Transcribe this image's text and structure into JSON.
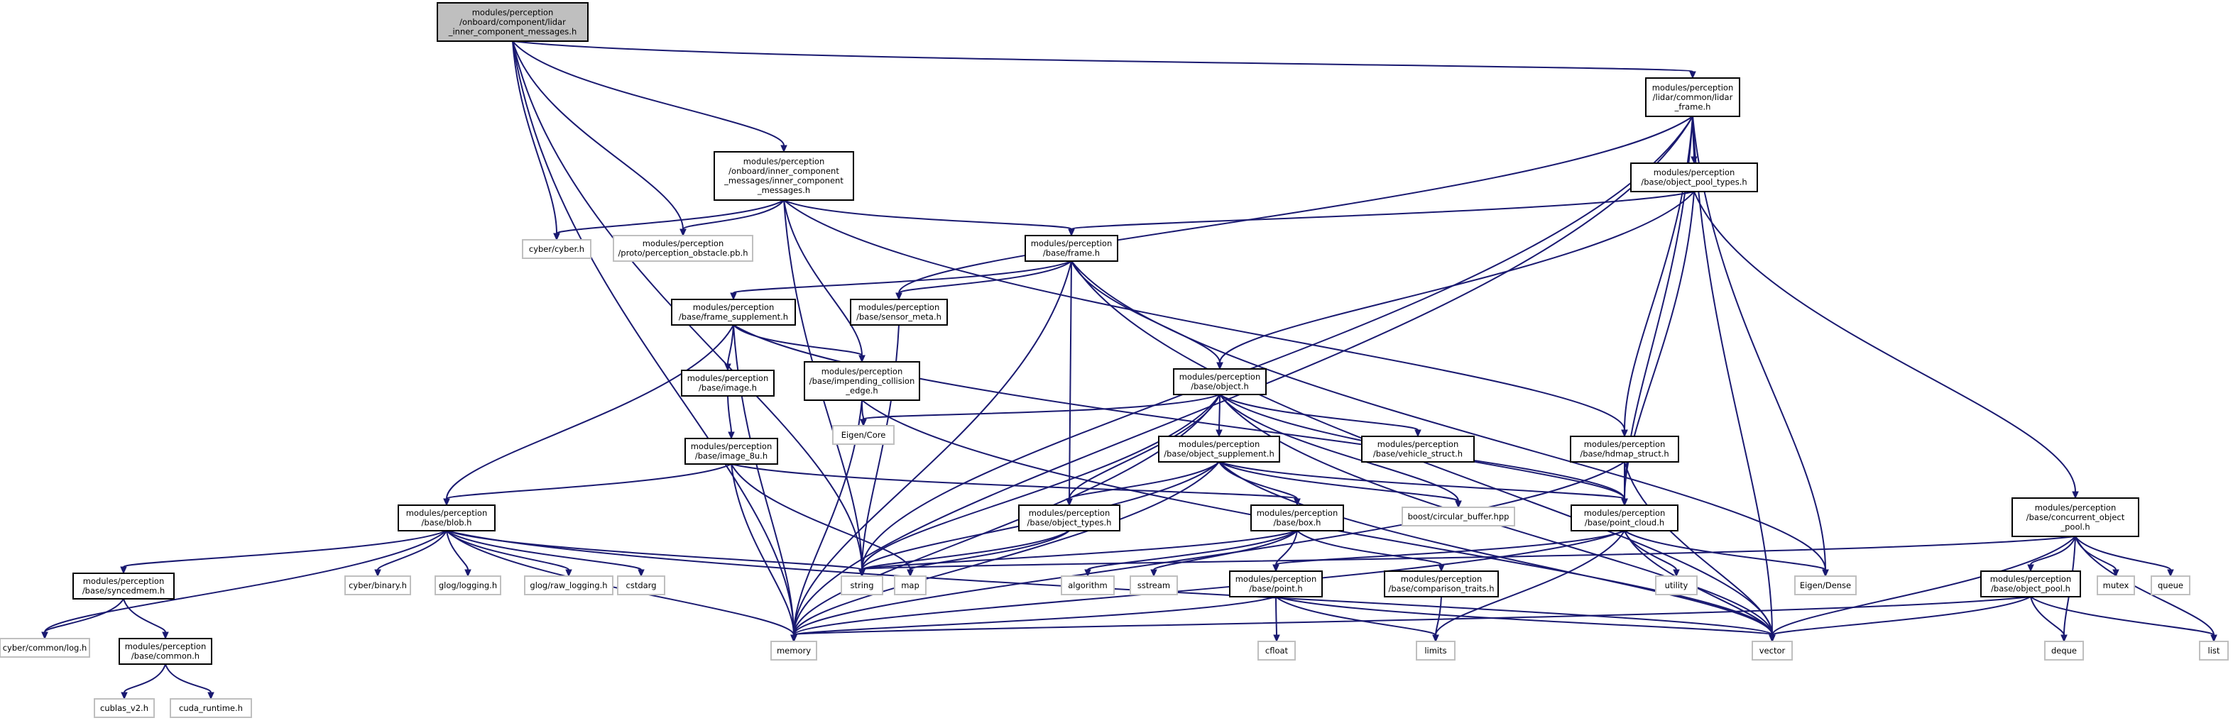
{
  "colors": {
    "edge": "#191970",
    "node_border": "#000000",
    "missing_border": "#bfbfbf",
    "root_fill": "#bfbfbf",
    "node_fill": "#ffffff"
  },
  "nodes": [
    {
      "id": "root",
      "lines": [
        "modules/perception",
        "/onboard/component/lidar",
        "_inner_component_messages.h"
      ],
      "kind": "root"
    },
    {
      "id": "lidar_frame",
      "lines": [
        "modules/perception",
        "/lidar/common/lidar",
        "_frame.h"
      ],
      "kind": "file"
    },
    {
      "id": "inner_msgs",
      "lines": [
        "modules/perception",
        "/onboard/inner_component",
        "_messages/inner_component",
        "_messages.h"
      ],
      "kind": "file"
    },
    {
      "id": "cyber",
      "lines": [
        "cyber/cyber.h"
      ],
      "kind": "missing"
    },
    {
      "id": "obstacle_pb",
      "lines": [
        "modules/perception",
        "/proto/perception_obstacle.pb.h"
      ],
      "kind": "missing"
    },
    {
      "id": "object_pool_types",
      "lines": [
        "modules/perception",
        "/base/object_pool_types.h"
      ],
      "kind": "file"
    },
    {
      "id": "frame",
      "lines": [
        "modules/perception",
        "/base/frame.h"
      ],
      "kind": "file"
    },
    {
      "id": "frame_supplement",
      "lines": [
        "modules/perception",
        "/base/frame_supplement.h"
      ],
      "kind": "file"
    },
    {
      "id": "sensor_meta",
      "lines": [
        "modules/perception",
        "/base/sensor_meta.h"
      ],
      "kind": "file"
    },
    {
      "id": "image",
      "lines": [
        "modules/perception",
        "/base/image.h"
      ],
      "kind": "file"
    },
    {
      "id": "impending",
      "lines": [
        "modules/perception",
        "/base/impending_collision",
        "_edge.h"
      ],
      "kind": "file"
    },
    {
      "id": "eigen_core",
      "lines": [
        "Eigen/Core"
      ],
      "kind": "missing"
    },
    {
      "id": "image_8u",
      "lines": [
        "modules/perception",
        "/base/image_8u.h"
      ],
      "kind": "file"
    },
    {
      "id": "object",
      "lines": [
        "modules/perception",
        "/base/object.h"
      ],
      "kind": "file"
    },
    {
      "id": "object_supplement",
      "lines": [
        "modules/perception",
        "/base/object_supplement.h"
      ],
      "kind": "file"
    },
    {
      "id": "vehicle_struct",
      "lines": [
        "modules/perception",
        "/base/vehicle_struct.h"
      ],
      "kind": "file"
    },
    {
      "id": "hdmap_struct",
      "lines": [
        "modules/perception",
        "/base/hdmap_struct.h"
      ],
      "kind": "file"
    },
    {
      "id": "boost_cb",
      "lines": [
        "boost/circular_buffer.hpp"
      ],
      "kind": "missing"
    },
    {
      "id": "blob",
      "lines": [
        "modules/perception",
        "/base/blob.h"
      ],
      "kind": "file"
    },
    {
      "id": "object_types",
      "lines": [
        "modules/perception",
        "/base/object_types.h"
      ],
      "kind": "file"
    },
    {
      "id": "box",
      "lines": [
        "modules/perception",
        "/base/box.h"
      ],
      "kind": "file"
    },
    {
      "id": "point_cloud",
      "lines": [
        "modules/perception",
        "/base/point_cloud.h"
      ],
      "kind": "file"
    },
    {
      "id": "concurrent_pool",
      "lines": [
        "modules/perception",
        "/base/concurrent_object",
        "_pool.h"
      ],
      "kind": "file"
    },
    {
      "id": "syncedmem",
      "lines": [
        "modules/perception",
        "/base/syncedmem.h"
      ],
      "kind": "file"
    },
    {
      "id": "cyber_binary",
      "lines": [
        "cyber/binary.h"
      ],
      "kind": "missing"
    },
    {
      "id": "glog",
      "lines": [
        "glog/logging.h"
      ],
      "kind": "missing"
    },
    {
      "id": "glog_raw",
      "lines": [
        "glog/raw_logging.h"
      ],
      "kind": "missing"
    },
    {
      "id": "cstdarg",
      "lines": [
        "cstdarg"
      ],
      "kind": "missing"
    },
    {
      "id": "string",
      "lines": [
        "string"
      ],
      "kind": "missing"
    },
    {
      "id": "map",
      "lines": [
        "map"
      ],
      "kind": "missing"
    },
    {
      "id": "algorithm",
      "lines": [
        "algorithm"
      ],
      "kind": "missing"
    },
    {
      "id": "sstream",
      "lines": [
        "sstream"
      ],
      "kind": "missing"
    },
    {
      "id": "point",
      "lines": [
        "modules/perception",
        "/base/point.h"
      ],
      "kind": "file"
    },
    {
      "id": "comparison",
      "lines": [
        "modules/perception",
        "/base/comparison_traits.h"
      ],
      "kind": "file"
    },
    {
      "id": "utility",
      "lines": [
        "utility"
      ],
      "kind": "missing"
    },
    {
      "id": "eigen_dense",
      "lines": [
        "Eigen/Dense"
      ],
      "kind": "missing"
    },
    {
      "id": "object_pool",
      "lines": [
        "modules/perception",
        "/base/object_pool.h"
      ],
      "kind": "file"
    },
    {
      "id": "mutex",
      "lines": [
        "mutex"
      ],
      "kind": "missing"
    },
    {
      "id": "queue",
      "lines": [
        "queue"
      ],
      "kind": "missing"
    },
    {
      "id": "cyber_log",
      "lines": [
        "cyber/common/log.h"
      ],
      "kind": "missing"
    },
    {
      "id": "common",
      "lines": [
        "modules/perception",
        "/base/common.h"
      ],
      "kind": "file"
    },
    {
      "id": "memory",
      "lines": [
        "memory"
      ],
      "kind": "missing"
    },
    {
      "id": "cfloat",
      "lines": [
        "cfloat"
      ],
      "kind": "missing"
    },
    {
      "id": "limits",
      "lines": [
        "limits"
      ],
      "kind": "missing"
    },
    {
      "id": "vector",
      "lines": [
        "vector"
      ],
      "kind": "missing"
    },
    {
      "id": "deque",
      "lines": [
        "deque"
      ],
      "kind": "missing"
    },
    {
      "id": "list",
      "lines": [
        "list"
      ],
      "kind": "missing"
    },
    {
      "id": "cublas",
      "lines": [
        "cublas_v2.h"
      ],
      "kind": "missing"
    },
    {
      "id": "cuda_runtime",
      "lines": [
        "cuda_runtime.h"
      ],
      "kind": "missing"
    }
  ],
  "edges": [
    [
      "root",
      "lidar_frame"
    ],
    [
      "root",
      "inner_msgs"
    ],
    [
      "root",
      "cyber"
    ],
    [
      "root",
      "obstacle_pb"
    ],
    [
      "root",
      "memory"
    ],
    [
      "root",
      "string"
    ],
    [
      "lidar_frame",
      "object_pool_types"
    ],
    [
      "lidar_frame",
      "sensor_meta"
    ],
    [
      "lidar_frame",
      "hdmap_struct"
    ],
    [
      "lidar_frame",
      "point_cloud"
    ],
    [
      "lidar_frame",
      "eigen_dense"
    ],
    [
      "lidar_frame",
      "vector"
    ],
    [
      "lidar_frame",
      "memory"
    ],
    [
      "lidar_frame",
      "string"
    ],
    [
      "inner_msgs",
      "cyber"
    ],
    [
      "inner_msgs",
      "obstacle_pb"
    ],
    [
      "inner_msgs",
      "frame"
    ],
    [
      "inner_msgs",
      "impending"
    ],
    [
      "inner_msgs",
      "hdmap_struct"
    ],
    [
      "inner_msgs",
      "string"
    ],
    [
      "object_pool_types",
      "frame"
    ],
    [
      "object_pool_types",
      "object"
    ],
    [
      "object_pool_types",
      "point_cloud"
    ],
    [
      "object_pool_types",
      "concurrent_pool"
    ],
    [
      "frame",
      "frame_supplement"
    ],
    [
      "frame",
      "sensor_meta"
    ],
    [
      "frame",
      "object"
    ],
    [
      "frame",
      "object_types"
    ],
    [
      "frame",
      "memory"
    ],
    [
      "frame",
      "vector"
    ],
    [
      "frame",
      "eigen_dense"
    ],
    [
      "frame_supplement",
      "image"
    ],
    [
      "frame_supplement",
      "impending"
    ],
    [
      "frame_supplement",
      "blob"
    ],
    [
      "frame_supplement",
      "point_cloud"
    ],
    [
      "frame_supplement",
      "memory"
    ],
    [
      "sensor_meta",
      "string"
    ],
    [
      "image",
      "image_8u"
    ],
    [
      "impending",
      "eigen_core"
    ],
    [
      "impending",
      "memory"
    ],
    [
      "impending",
      "vector"
    ],
    [
      "image_8u",
      "blob"
    ],
    [
      "image_8u",
      "box"
    ],
    [
      "image_8u",
      "map"
    ],
    [
      "image_8u",
      "memory"
    ],
    [
      "object",
      "eigen_core"
    ],
    [
      "object",
      "object_supplement"
    ],
    [
      "object",
      "vehicle_struct"
    ],
    [
      "object",
      "boost_cb"
    ],
    [
      "object",
      "object_types"
    ],
    [
      "object",
      "point_cloud"
    ],
    [
      "object",
      "memory"
    ],
    [
      "object",
      "string"
    ],
    [
      "object",
      "vector"
    ],
    [
      "object_supplement",
      "object_types"
    ],
    [
      "object_supplement",
      "box"
    ],
    [
      "object_supplement",
      "point_cloud"
    ],
    [
      "object_supplement",
      "boost_cb"
    ],
    [
      "object_supplement",
      "memory"
    ],
    [
      "object_supplement",
      "string"
    ],
    [
      "object_supplement",
      "vector"
    ],
    [
      "hdmap_struct",
      "point_cloud"
    ],
    [
      "hdmap_struct",
      "vector"
    ],
    [
      "hdmap_struct",
      "memory"
    ],
    [
      "blob",
      "syncedmem"
    ],
    [
      "blob",
      "cyber_binary"
    ],
    [
      "blob",
      "glog"
    ],
    [
      "blob",
      "glog_raw"
    ],
    [
      "blob",
      "cstdarg"
    ],
    [
      "blob",
      "string"
    ],
    [
      "blob",
      "memory"
    ],
    [
      "blob",
      "vector"
    ],
    [
      "blob",
      "cyber_log"
    ],
    [
      "object_types",
      "string"
    ],
    [
      "object_types",
      "map"
    ],
    [
      "box",
      "algorithm"
    ],
    [
      "box",
      "sstream"
    ],
    [
      "box",
      "point"
    ],
    [
      "box",
      "comparison"
    ],
    [
      "box",
      "string"
    ],
    [
      "point_cloud",
      "point"
    ],
    [
      "point_cloud",
      "utility"
    ],
    [
      "point_cloud",
      "eigen_dense"
    ],
    [
      "point_cloud",
      "memory"
    ],
    [
      "point_cloud",
      "limits"
    ],
    [
      "point_cloud",
      "vector"
    ],
    [
      "concurrent_pool",
      "object_pool"
    ],
    [
      "concurrent_pool",
      "mutex"
    ],
    [
      "concurrent_pool",
      "queue"
    ],
    [
      "concurrent_pool",
      "deque"
    ],
    [
      "concurrent_pool",
      "list"
    ],
    [
      "concurrent_pool",
      "vector"
    ],
    [
      "concurrent_pool",
      "string"
    ],
    [
      "syncedmem",
      "common"
    ],
    [
      "syncedmem",
      "cyber_log"
    ],
    [
      "point",
      "cfloat"
    ],
    [
      "point",
      "limits"
    ],
    [
      "point",
      "memory"
    ],
    [
      "point",
      "vector"
    ],
    [
      "comparison",
      "limits"
    ],
    [
      "object_pool",
      "deque"
    ],
    [
      "object_pool",
      "list"
    ],
    [
      "object_pool",
      "vector"
    ],
    [
      "object_pool",
      "memory"
    ],
    [
      "common",
      "cublas"
    ],
    [
      "common",
      "cuda_runtime"
    ]
  ]
}
